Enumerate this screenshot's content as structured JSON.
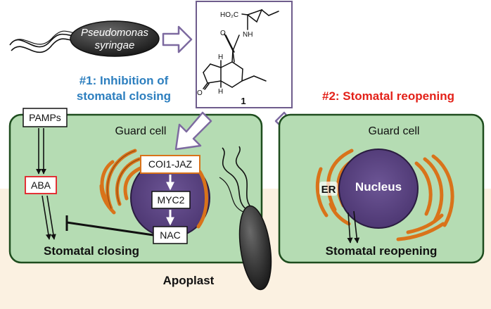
{
  "bacterium": {
    "label_line1": "Pseudomonas",
    "label_line2": "syringae"
  },
  "compound": {
    "label": "1",
    "atoms": {
      "ho2c": "HO₂C",
      "nh": "NH",
      "o_amide": "O",
      "o_ketone": "O",
      "h_top": "H",
      "h_bottom": "H"
    }
  },
  "headings": {
    "inhibition_line1": "#1: Inhibition of",
    "inhibition_line2": "stomatal closing",
    "reopening": "#2: Stomatal reopening"
  },
  "left_cell": {
    "title": "Guard cell",
    "boxes": {
      "pamps": "PAMPs",
      "aba": "ABA",
      "coi1_jaz": "COI1-JAZ",
      "myc2": "MYC2",
      "nac": "NAC"
    },
    "caption": "Stomatal closing"
  },
  "right_cell": {
    "title": "Guard cell",
    "nucleus": "Nucleus",
    "er": "ER",
    "caption": "Stomatal reopening"
  },
  "apoplast": "Apoplast",
  "colors": {
    "cell_fill": "#b5dcb3",
    "cell_border": "#1e4d1e",
    "apoplast_fill": "#fbf1e1",
    "nucleus_fill": "#5e4683",
    "er_orange": "#d9731a",
    "heading_blue": "#2d7fbf",
    "heading_red": "#e32119",
    "aba_border": "#e31e24",
    "coi1_border": "#d9731a",
    "compound_border": "#6e5c8c",
    "arrow_fill": "#ffffff",
    "arrow_stroke": "#7d6aa0"
  }
}
